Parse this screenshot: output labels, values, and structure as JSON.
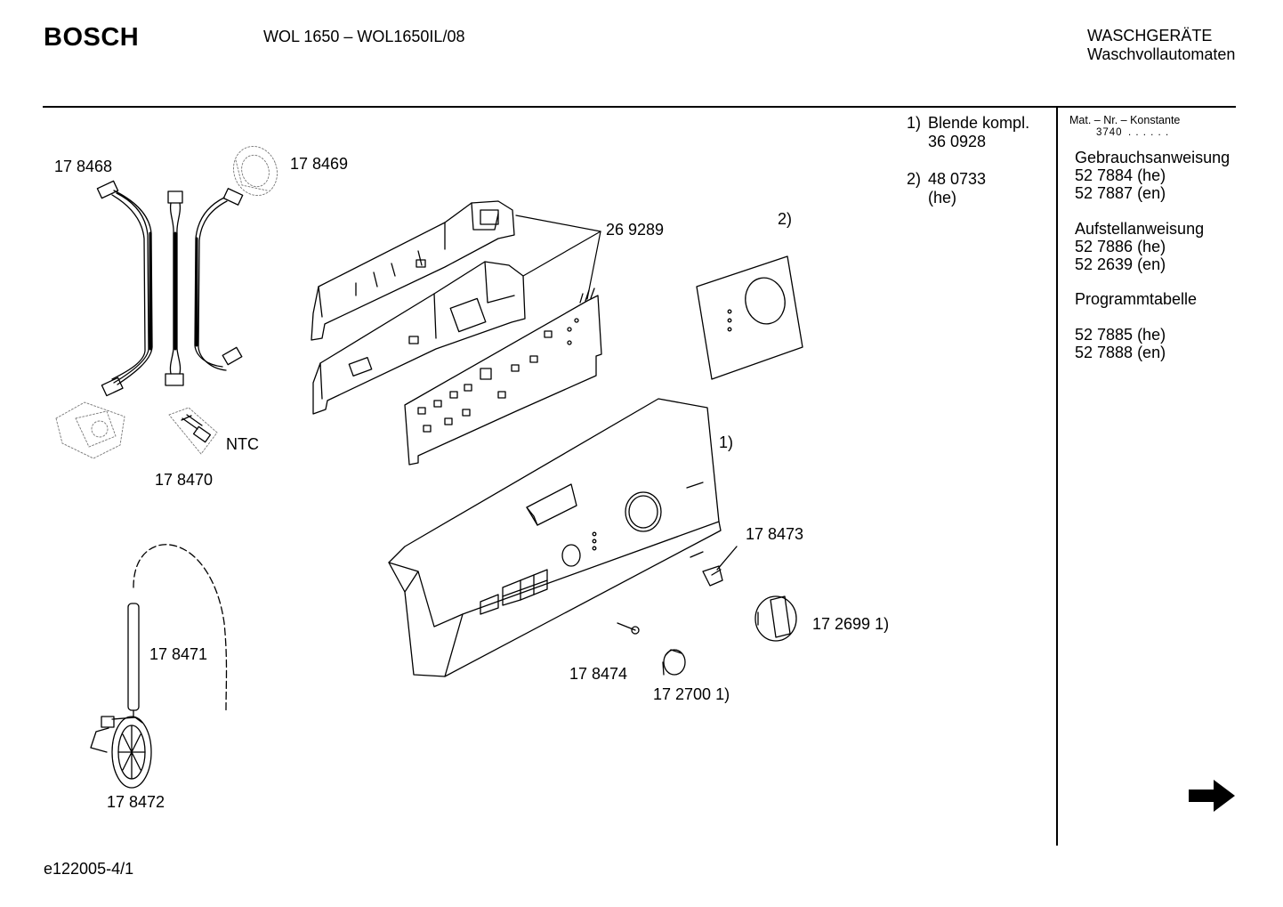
{
  "header": {
    "brand": "BOSCH",
    "model": "WOL 1650   – WOL1650IL/08",
    "category_line1": "WASCHGERÄTE",
    "category_line2": "Waschvollautomaten"
  },
  "notes": {
    "n1_num": "1)",
    "n1_text": "Blende kompl.",
    "n1_part": "36 0928",
    "n2_num": "2)",
    "n2_part": "48 0733",
    "n2_lang": "(he)"
  },
  "sidebar": {
    "mat_label": "Mat. – Nr. – Konstante",
    "mat_value": "3740",
    "mat_dots": ". .   . . . .",
    "groups": [
      {
        "title": "Gebrauchsanweisung",
        "items": [
          "52 7884 (he)",
          "52 7887 (en)"
        ]
      },
      {
        "title": "Aufstellanweisung",
        "items": [
          "52 7886 (he)",
          "52 2639 (en)"
        ]
      },
      {
        "title": "Programmtabelle",
        "items": [
          "52 7885 (he)",
          "52 7888 (en)"
        ]
      }
    ],
    "next_icon": "arrow-right-icon"
  },
  "parts": {
    "p178468": "17 8468",
    "p178469": "17 8469",
    "p269289": "26 9289",
    "p2": "2)",
    "pNTC": "NTC",
    "p178470": "17 8470",
    "p1": "1)",
    "p178473": "17 8473",
    "p172699": "17 2699 1)",
    "p178471": "17 8471",
    "p178474": "17 8474",
    "p172700": "17 2700 1)",
    "p178472": "17 8472"
  },
  "footer": {
    "code": "e122005-4/1"
  }
}
